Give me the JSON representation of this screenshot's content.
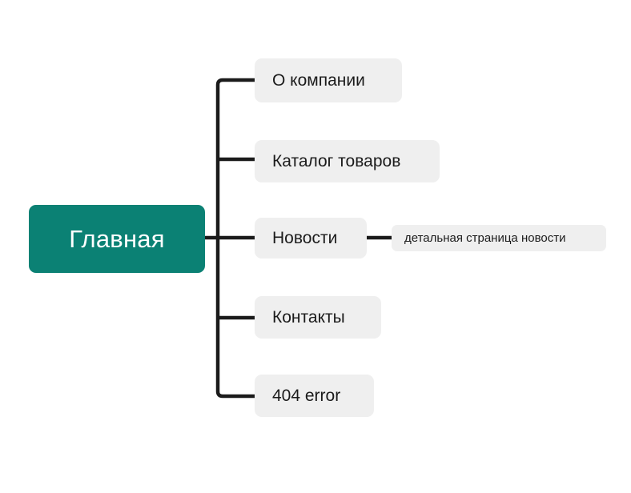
{
  "diagram": {
    "type": "sitemap-tree",
    "title_node": {
      "label": "Главная",
      "color": "#0B8174",
      "text_color": "#ffffff"
    },
    "node_style": {
      "branch_background": "#EFEFEF",
      "branch_text_color": "#1B1B1B",
      "connector_color": "#1B1B1B",
      "canvas_background": "#ffffff"
    },
    "branches": [
      {
        "label": "О компании",
        "children": []
      },
      {
        "label": "Каталог товаров",
        "children": []
      },
      {
        "label": "Новости",
        "children": [
          {
            "label": "детальная страница новости"
          }
        ]
      },
      {
        "label": "Контакты",
        "children": []
      },
      {
        "label": "404 error",
        "children": []
      }
    ]
  }
}
